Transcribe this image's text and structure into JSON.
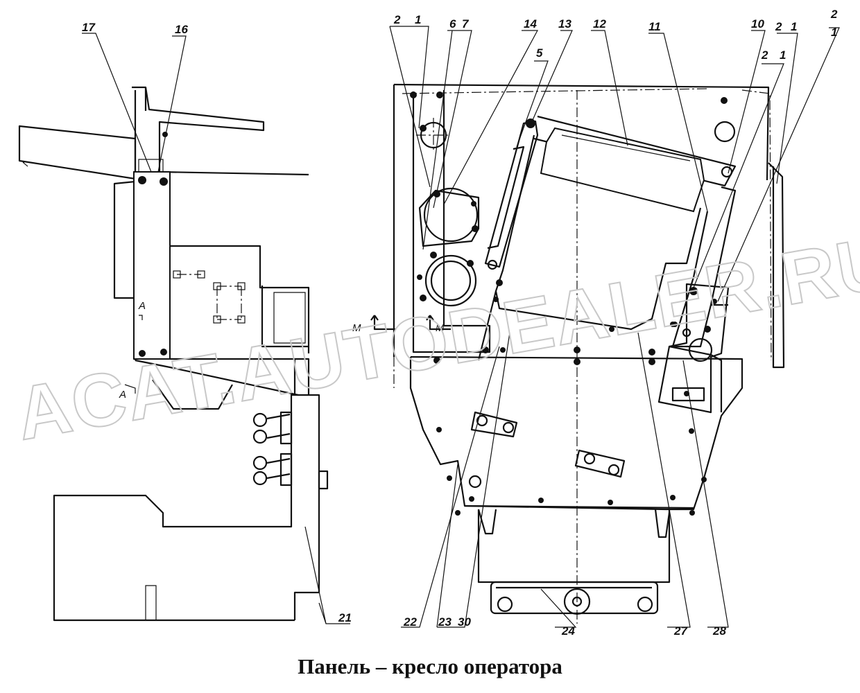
{
  "caption": "Панель – кресло оператора",
  "watermark": "ACAT.AUTODEALER.RU",
  "callouts": {
    "c17": "17",
    "c16": "16",
    "c2a": "2",
    "c1a": "1",
    "c6": "6",
    "c7": "7",
    "c14": "14",
    "c13": "13",
    "c5": "5",
    "c12": "12",
    "c11": "11",
    "c10": "10",
    "c2b": "2",
    "c1b": "1",
    "c2c": "2",
    "c1c": "1",
    "c2d": "2",
    "c1d": "1",
    "c21": "21",
    "c22": "22",
    "c23": "23",
    "c30": "30",
    "c24": "24",
    "c27": "27",
    "c28": "28"
  },
  "section_marks": {
    "a_top": "A",
    "a_bottom": "A",
    "m_left": "M",
    "m_right": "M"
  },
  "colors": {
    "ink": "#111111",
    "paper": "#ffffff",
    "watermark": "#c8c8c8"
  }
}
